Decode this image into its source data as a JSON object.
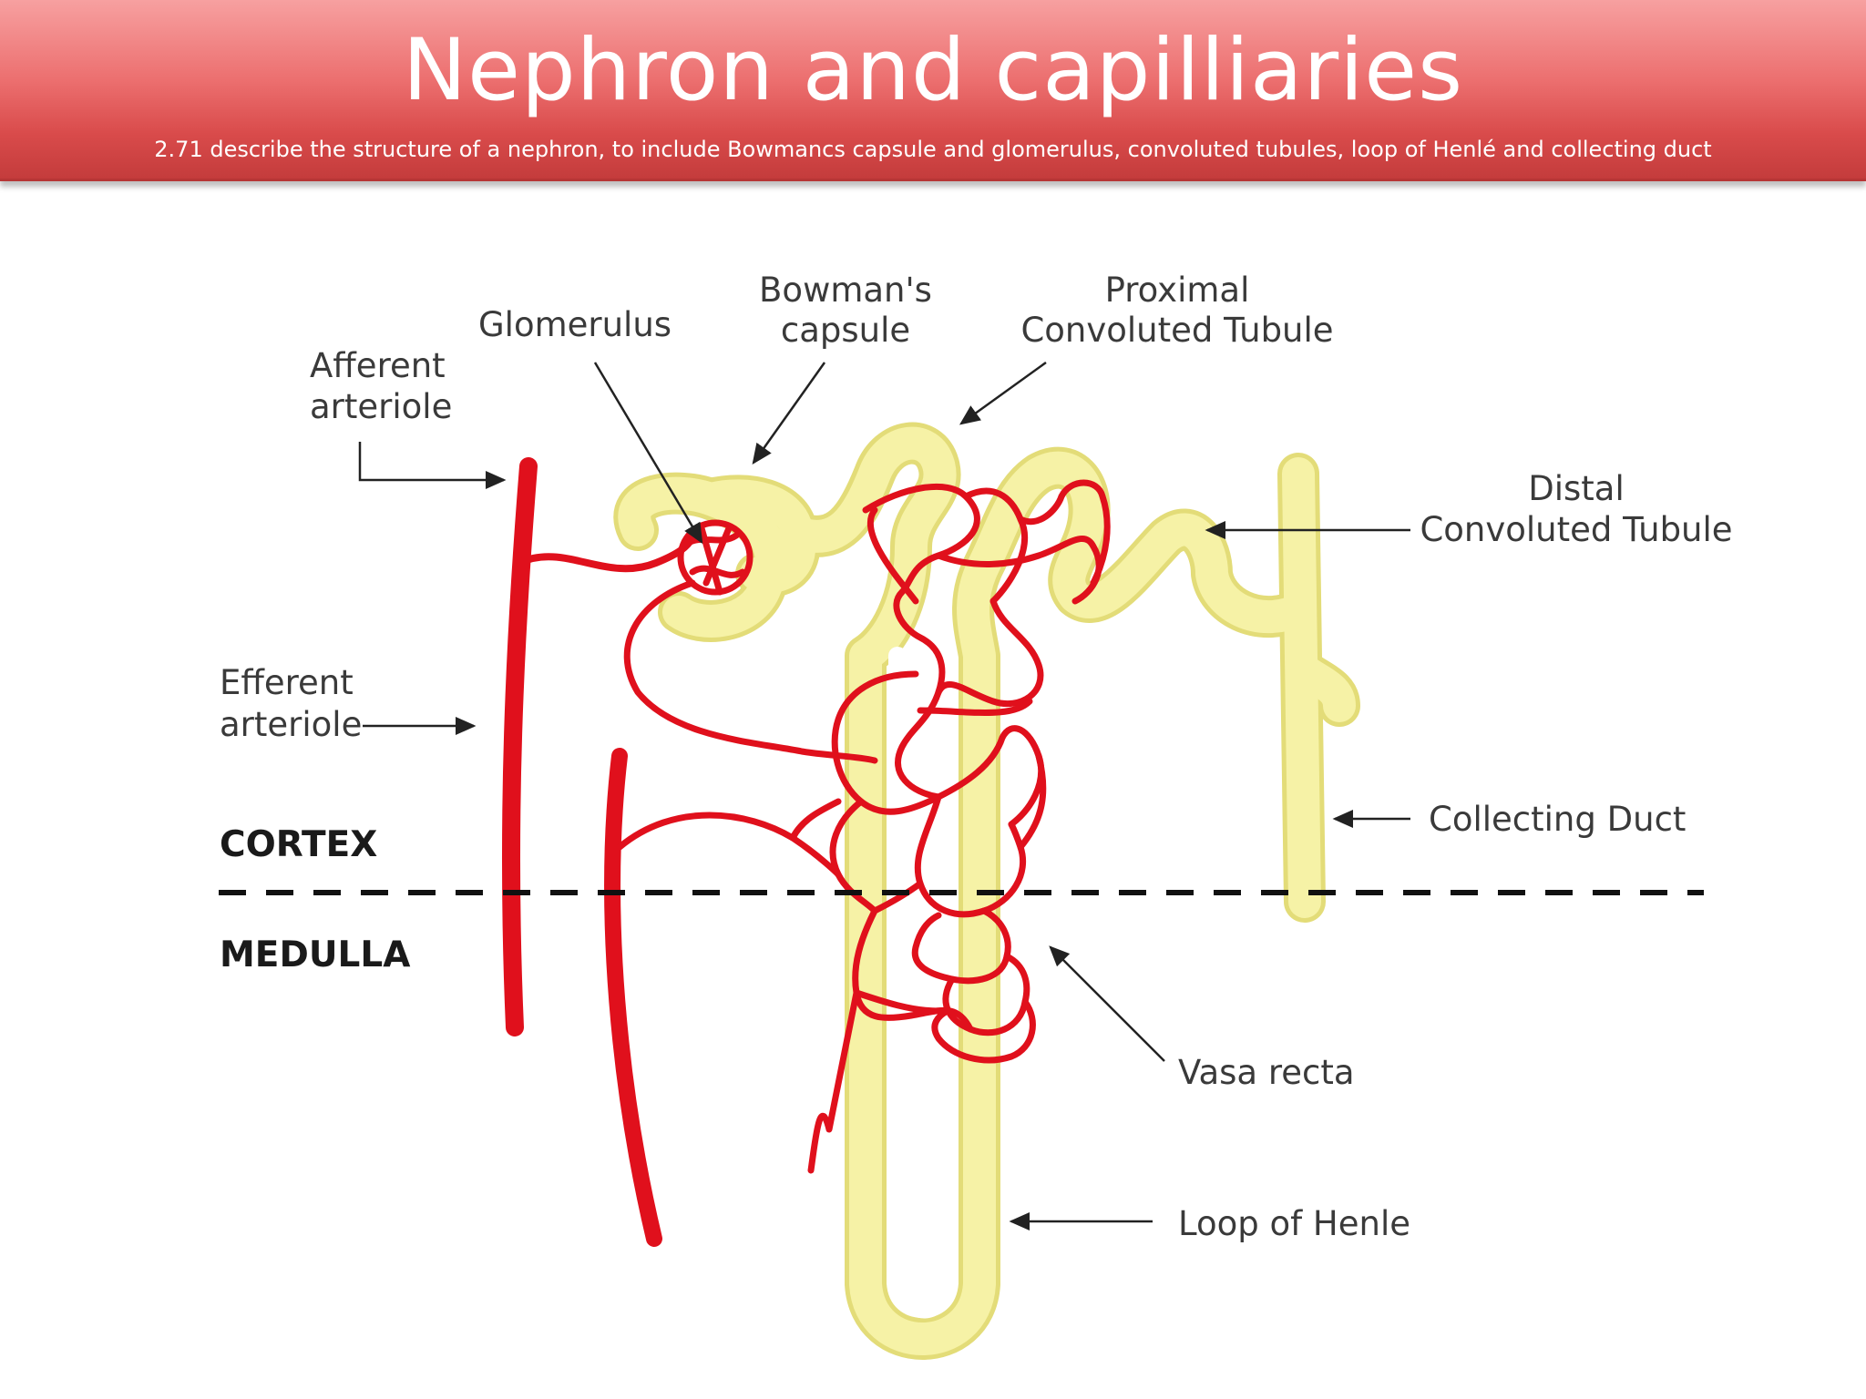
{
  "slide": {
    "title": "Nephron and capilliaries",
    "subtitle": "2.71 describe the structure of a nephron, to include Bowmancs capsule and glomerulus, convoluted tubules, loop of Henlé and collecting duct"
  },
  "diagram": {
    "labels": {
      "afferent_line1": "Afferent",
      "afferent_line2": "arteriole",
      "glomerulus": "Glomerulus",
      "bowmans_line1": "Bowman's",
      "bowmans_line2": "capsule",
      "proximal_line1": "Proximal",
      "proximal_line2": "Convoluted Tubule",
      "distal_line1": "Distal",
      "distal_line2": "Convoluted Tubule",
      "efferent_line1": "Efferent",
      "efferent_line2": "arteriole",
      "collecting_duct": "Collecting Duct",
      "cortex": "CORTEX",
      "medulla": "MEDULLA",
      "vasa_recta": "Vasa recta",
      "loop_of_henle": "Loop of Henle"
    },
    "colors": {
      "tubule": "#f4f0a0",
      "tubule_edge": "#e6df7c",
      "vessel": "#e0101c",
      "header": "#d94b4b"
    }
  }
}
